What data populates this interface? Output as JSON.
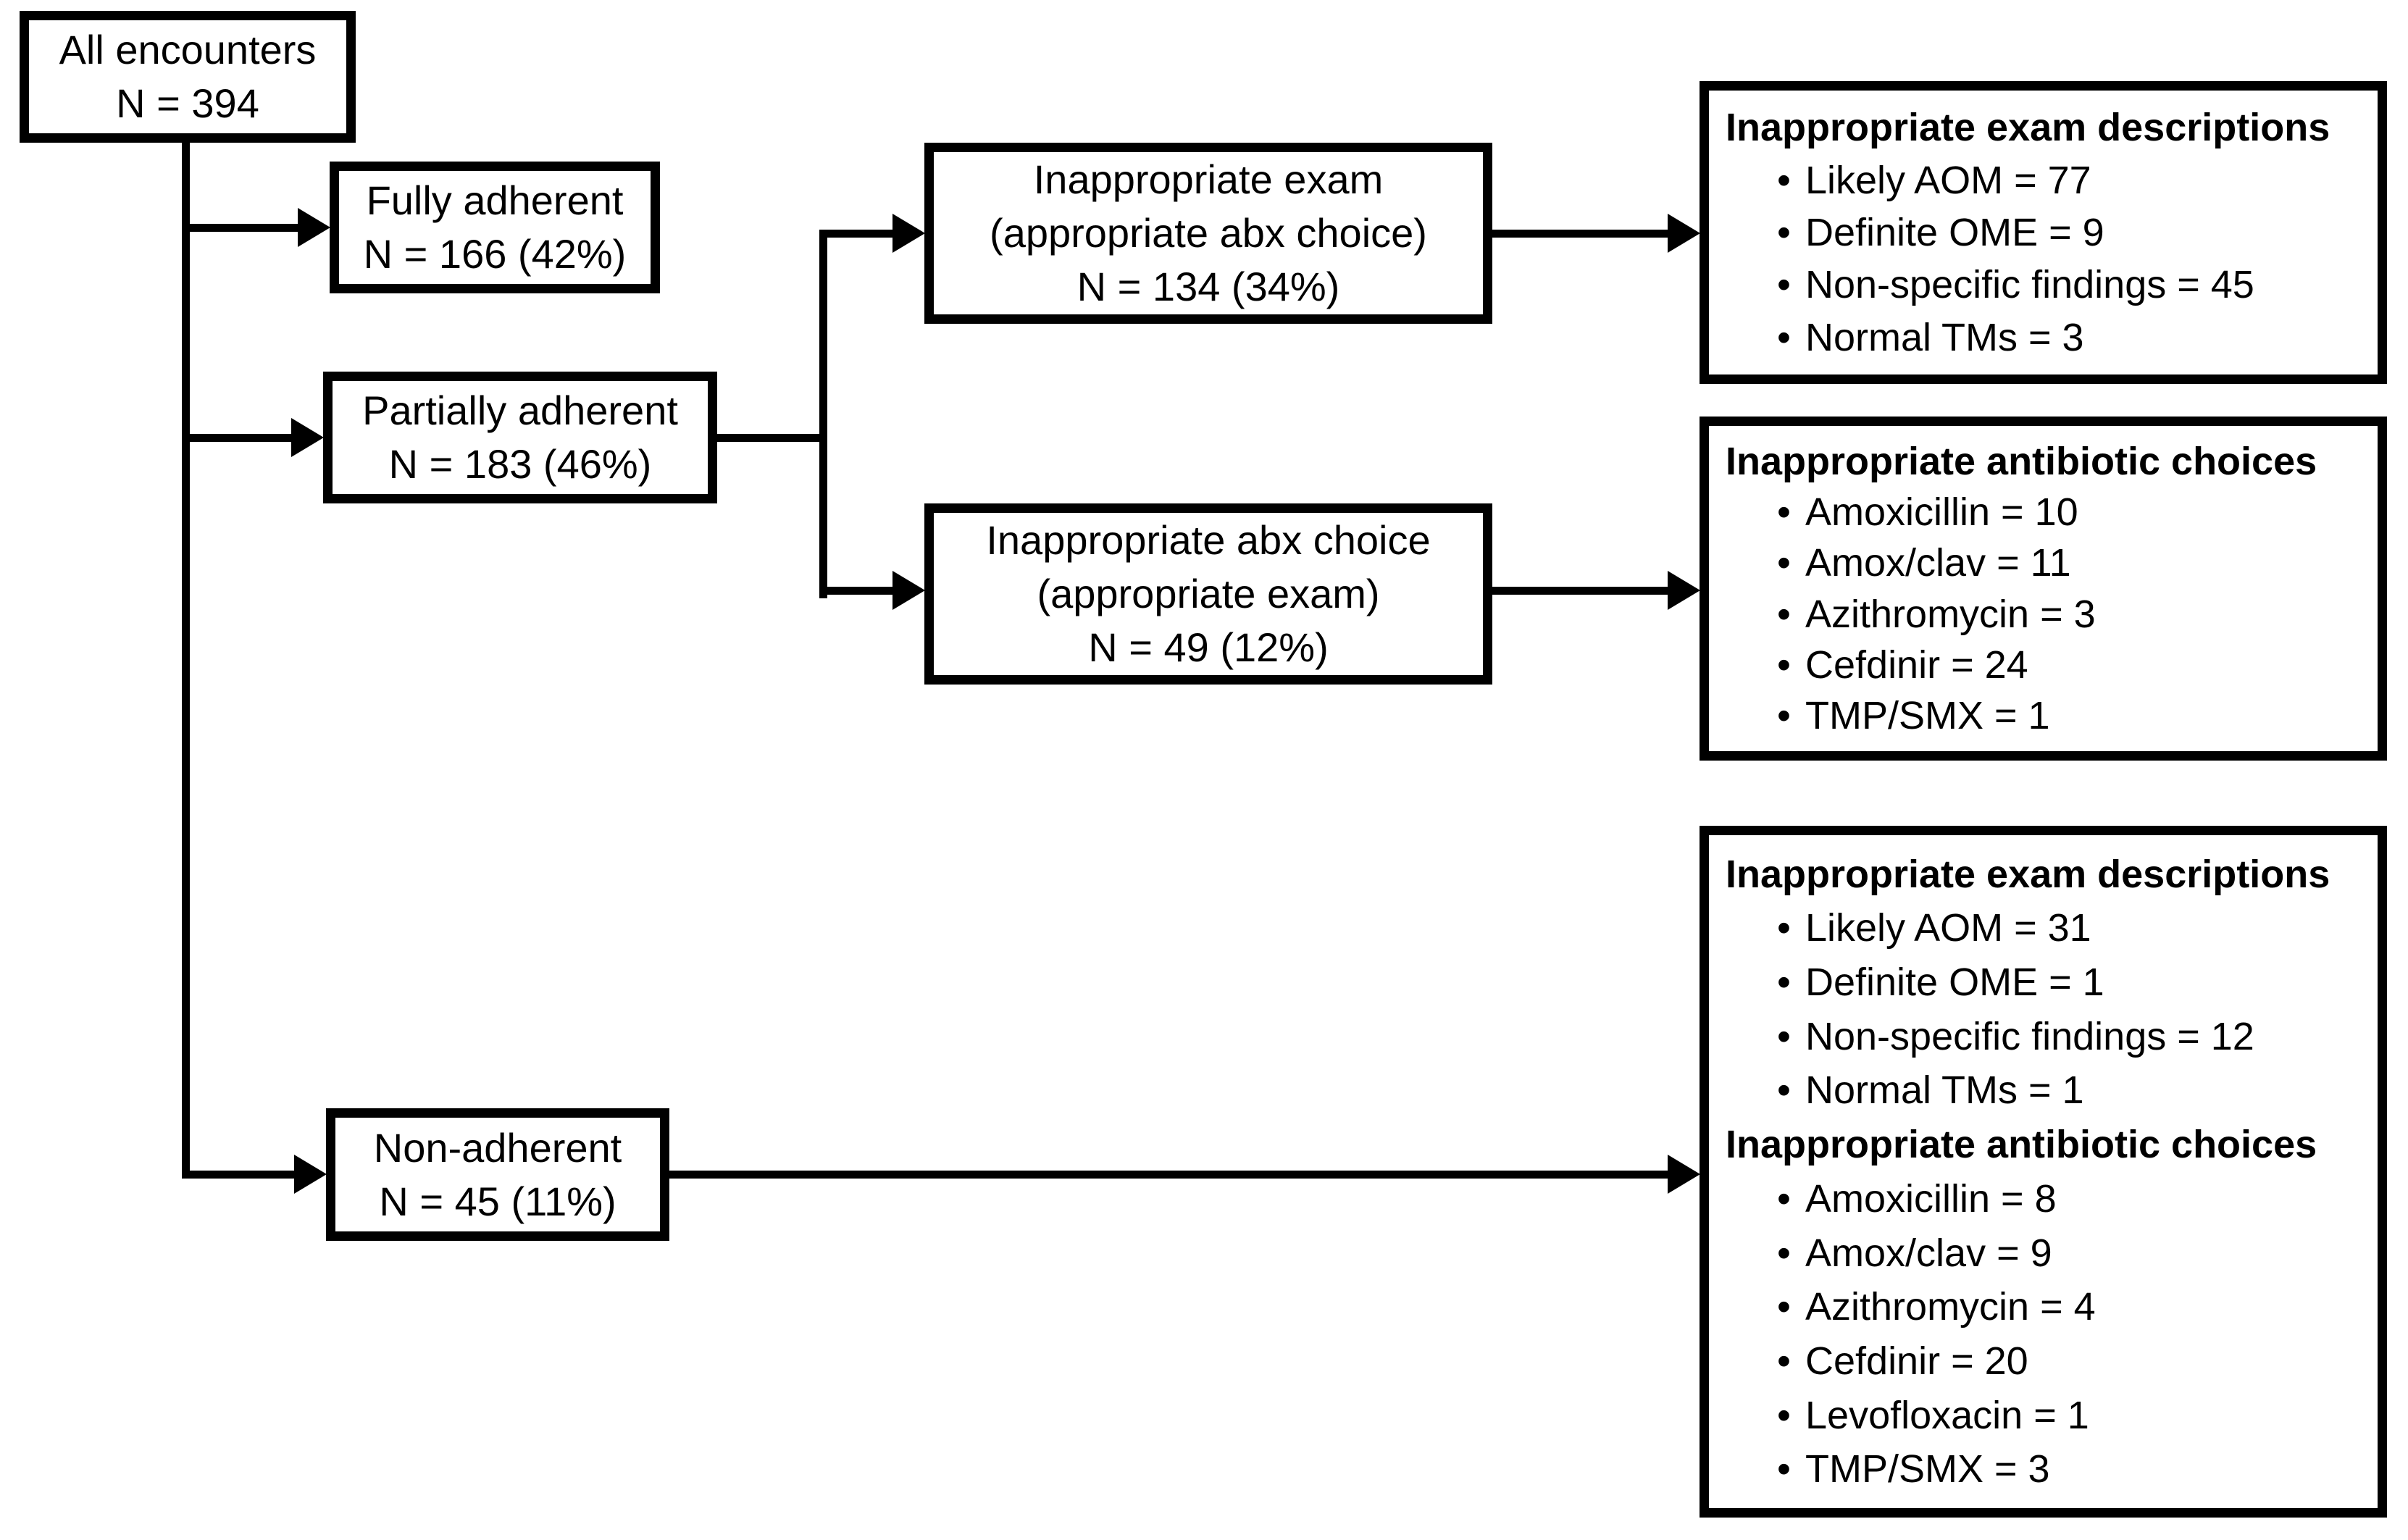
{
  "diagram": {
    "root": {
      "label": "All encounters",
      "n": "N = 394"
    },
    "level1": [
      {
        "label": "Fully adherent",
        "n": "N = 166 (42%)"
      },
      {
        "label": "Partially adherent",
        "n": "N = 183 (46%)"
      },
      {
        "label": "Non-adherent",
        "n": "N = 45 (11%)"
      }
    ],
    "level2": [
      {
        "line1": "Inappropriate exam",
        "line2": "(appropriate abx choice)",
        "n": "N = 134 (34%)"
      },
      {
        "line1": "Inappropriate abx choice",
        "line2": "(appropriate exam)",
        "n": "N = 49 (12%)"
      }
    ],
    "details": [
      {
        "sections": [
          {
            "heading": "Inappropriate exam descriptions",
            "items": [
              "Likely AOM = 77",
              "Definite OME = 9",
              "Non-specific findings = 45",
              "Normal TMs = 3"
            ]
          }
        ]
      },
      {
        "sections": [
          {
            "heading": "Inappropriate antibiotic choices",
            "items": [
              "Amoxicillin = 10",
              "Amox/clav = 11",
              "Azithromycin = 3",
              "Cefdinir = 24",
              "TMP/SMX = 1"
            ]
          }
        ]
      },
      {
        "sections": [
          {
            "heading": "Inappropriate exam descriptions",
            "items": [
              "Likely AOM = 31",
              "Definite OME = 1",
              "Non-specific findings = 12",
              "Normal TMs = 1"
            ]
          },
          {
            "heading": "Inappropriate antibiotic choices",
            "items": [
              "Amoxicillin = 8",
              "Amox/clav = 9",
              "Azithromycin = 4",
              "Cefdinir = 20",
              "Levofloxacin = 1",
              "TMP/SMX = 3"
            ]
          }
        ]
      }
    ]
  },
  "colors": {
    "line": "#000000",
    "background": "#ffffff",
    "text": "#000000"
  }
}
